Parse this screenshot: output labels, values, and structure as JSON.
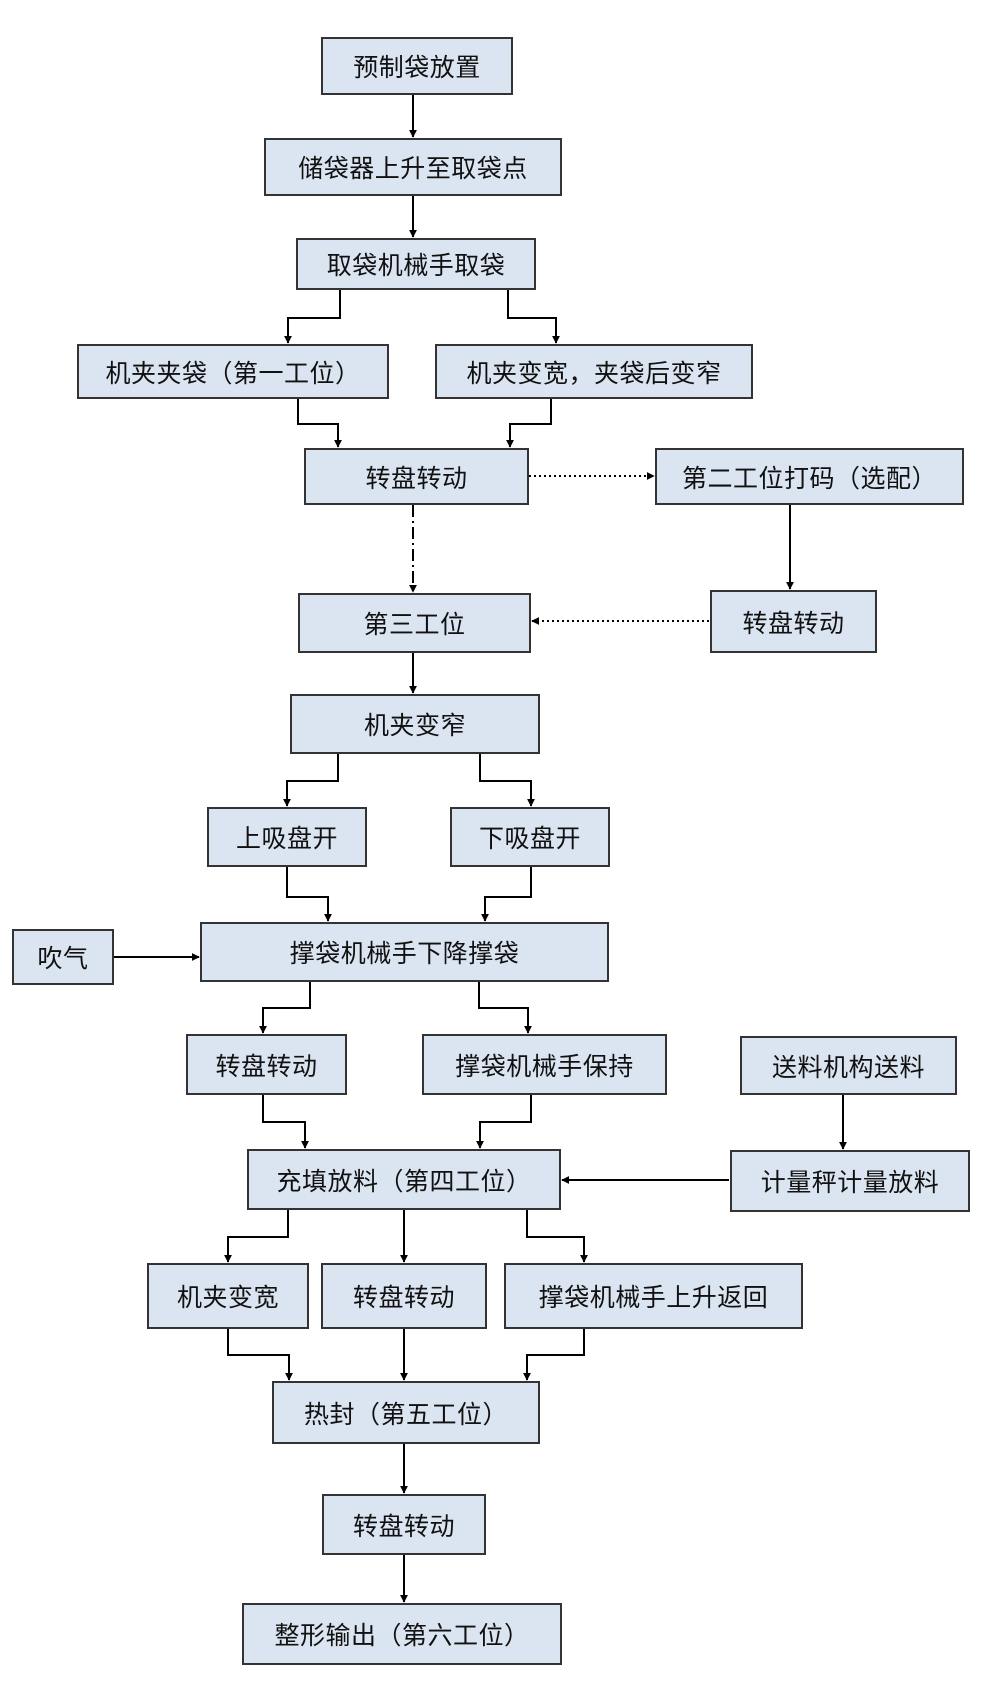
{
  "colors": {
    "box_fill": "#dbe5f1",
    "box_border": "#333333",
    "line": "#000000"
  },
  "nodes": {
    "preset_bag": "预制袋放置",
    "storage_rise": "储袋器上升至取袋点",
    "pick_bag_arm": "取袋机械手取袋",
    "clamp_bag_station1": "机夹夹袋（第一工位）",
    "clamp_widen_narrow": "机夹变宽，夹袋后变窄",
    "turntable_1": "转盘转动",
    "station2_code": "第二工位打码（选配）",
    "turntable_2": "转盘转动",
    "station3": "第三工位",
    "clamp_narrow": "机夹变窄",
    "upper_suction": "上吸盘开",
    "lower_suction": "下吸盘开",
    "blow_air": "吹气",
    "open_arm_descend": "撑袋机械手下降撑袋",
    "turntable_3": "转盘转动",
    "open_arm_hold": "撑袋机械手保持",
    "feed_mechanism": "送料机构送料",
    "fill_station4": "充填放料（第四工位）",
    "scale_discharge": "计量秤计量放料",
    "clamp_widen": "机夹变宽",
    "turntable_4": "转盘转动",
    "open_arm_return": "撑袋机械手上升返回",
    "heat_seal_station5": "热封（第五工位）",
    "turntable_5": "转盘转动",
    "shape_output_station6": "整形输出（第六工位）"
  }
}
